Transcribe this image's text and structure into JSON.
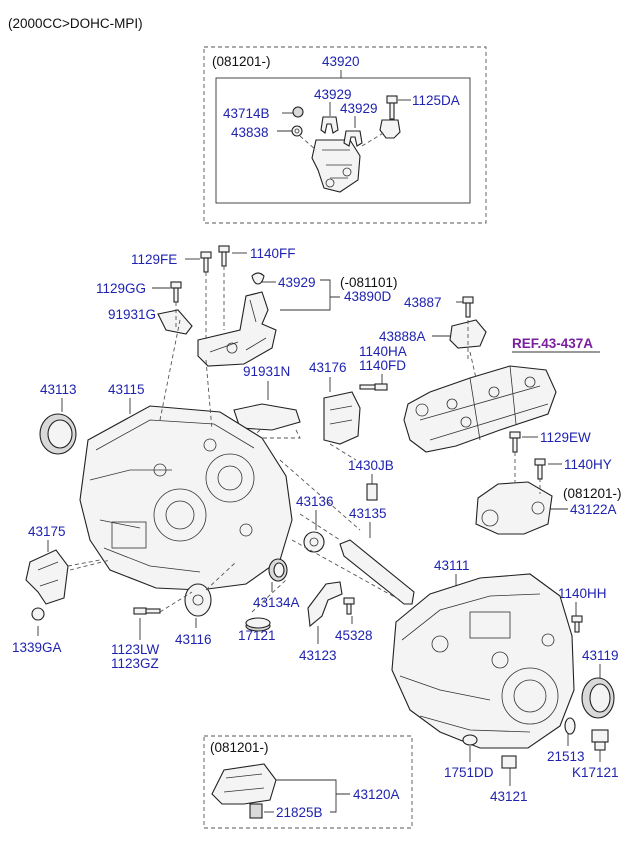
{
  "header": "(2000CC>DOHC-MPI)",
  "box_top": {
    "date": "(081201-)",
    "parts": [
      "43920",
      "43929",
      "43929",
      "1125DA",
      "43714B",
      "43838"
    ]
  },
  "box_bottom": {
    "date": "(081201-)",
    "parts": [
      "21825B",
      "43120A"
    ]
  },
  "labels": {
    "p1129FE": "1129FE",
    "p1140FF": "1140FF",
    "p43929": "43929",
    "date_081101": "(-081101)",
    "p43890D": "43890D",
    "p1129GG": "1129GG",
    "p91931G": "91931G",
    "p43887": "43887",
    "p43888A": "43888A",
    "ref": "REF.43-437A",
    "p1140HA": "1140HA",
    "p1140FD": "1140FD",
    "p43176": "43176",
    "p91931N": "91931N",
    "p43113": "43113",
    "p43115": "43115",
    "p1129EW": "1129EW",
    "p1140HY": "1140HY",
    "p1430JB": "1430JB",
    "date_081201": "(081201-)",
    "p43122A": "43122A",
    "p43136": "43136",
    "p43135": "43135",
    "p43175": "43175",
    "p43111": "43111",
    "p1140HH": "1140HH",
    "p43134A": "43134A",
    "p45328": "45328",
    "p1339GA": "1339GA",
    "p1123LW": "1123LW",
    "p1123GZ": "1123GZ",
    "p43116": "43116",
    "p17121": "17121",
    "p43123": "43123",
    "p43119": "43119",
    "p21513": "21513",
    "p1751DD": "1751DD",
    "p43121": "43121",
    "pK17121": "K17121"
  },
  "colors": {
    "label": "#1f23b0",
    "ref": "#7a1fa0",
    "line": "#333333"
  }
}
